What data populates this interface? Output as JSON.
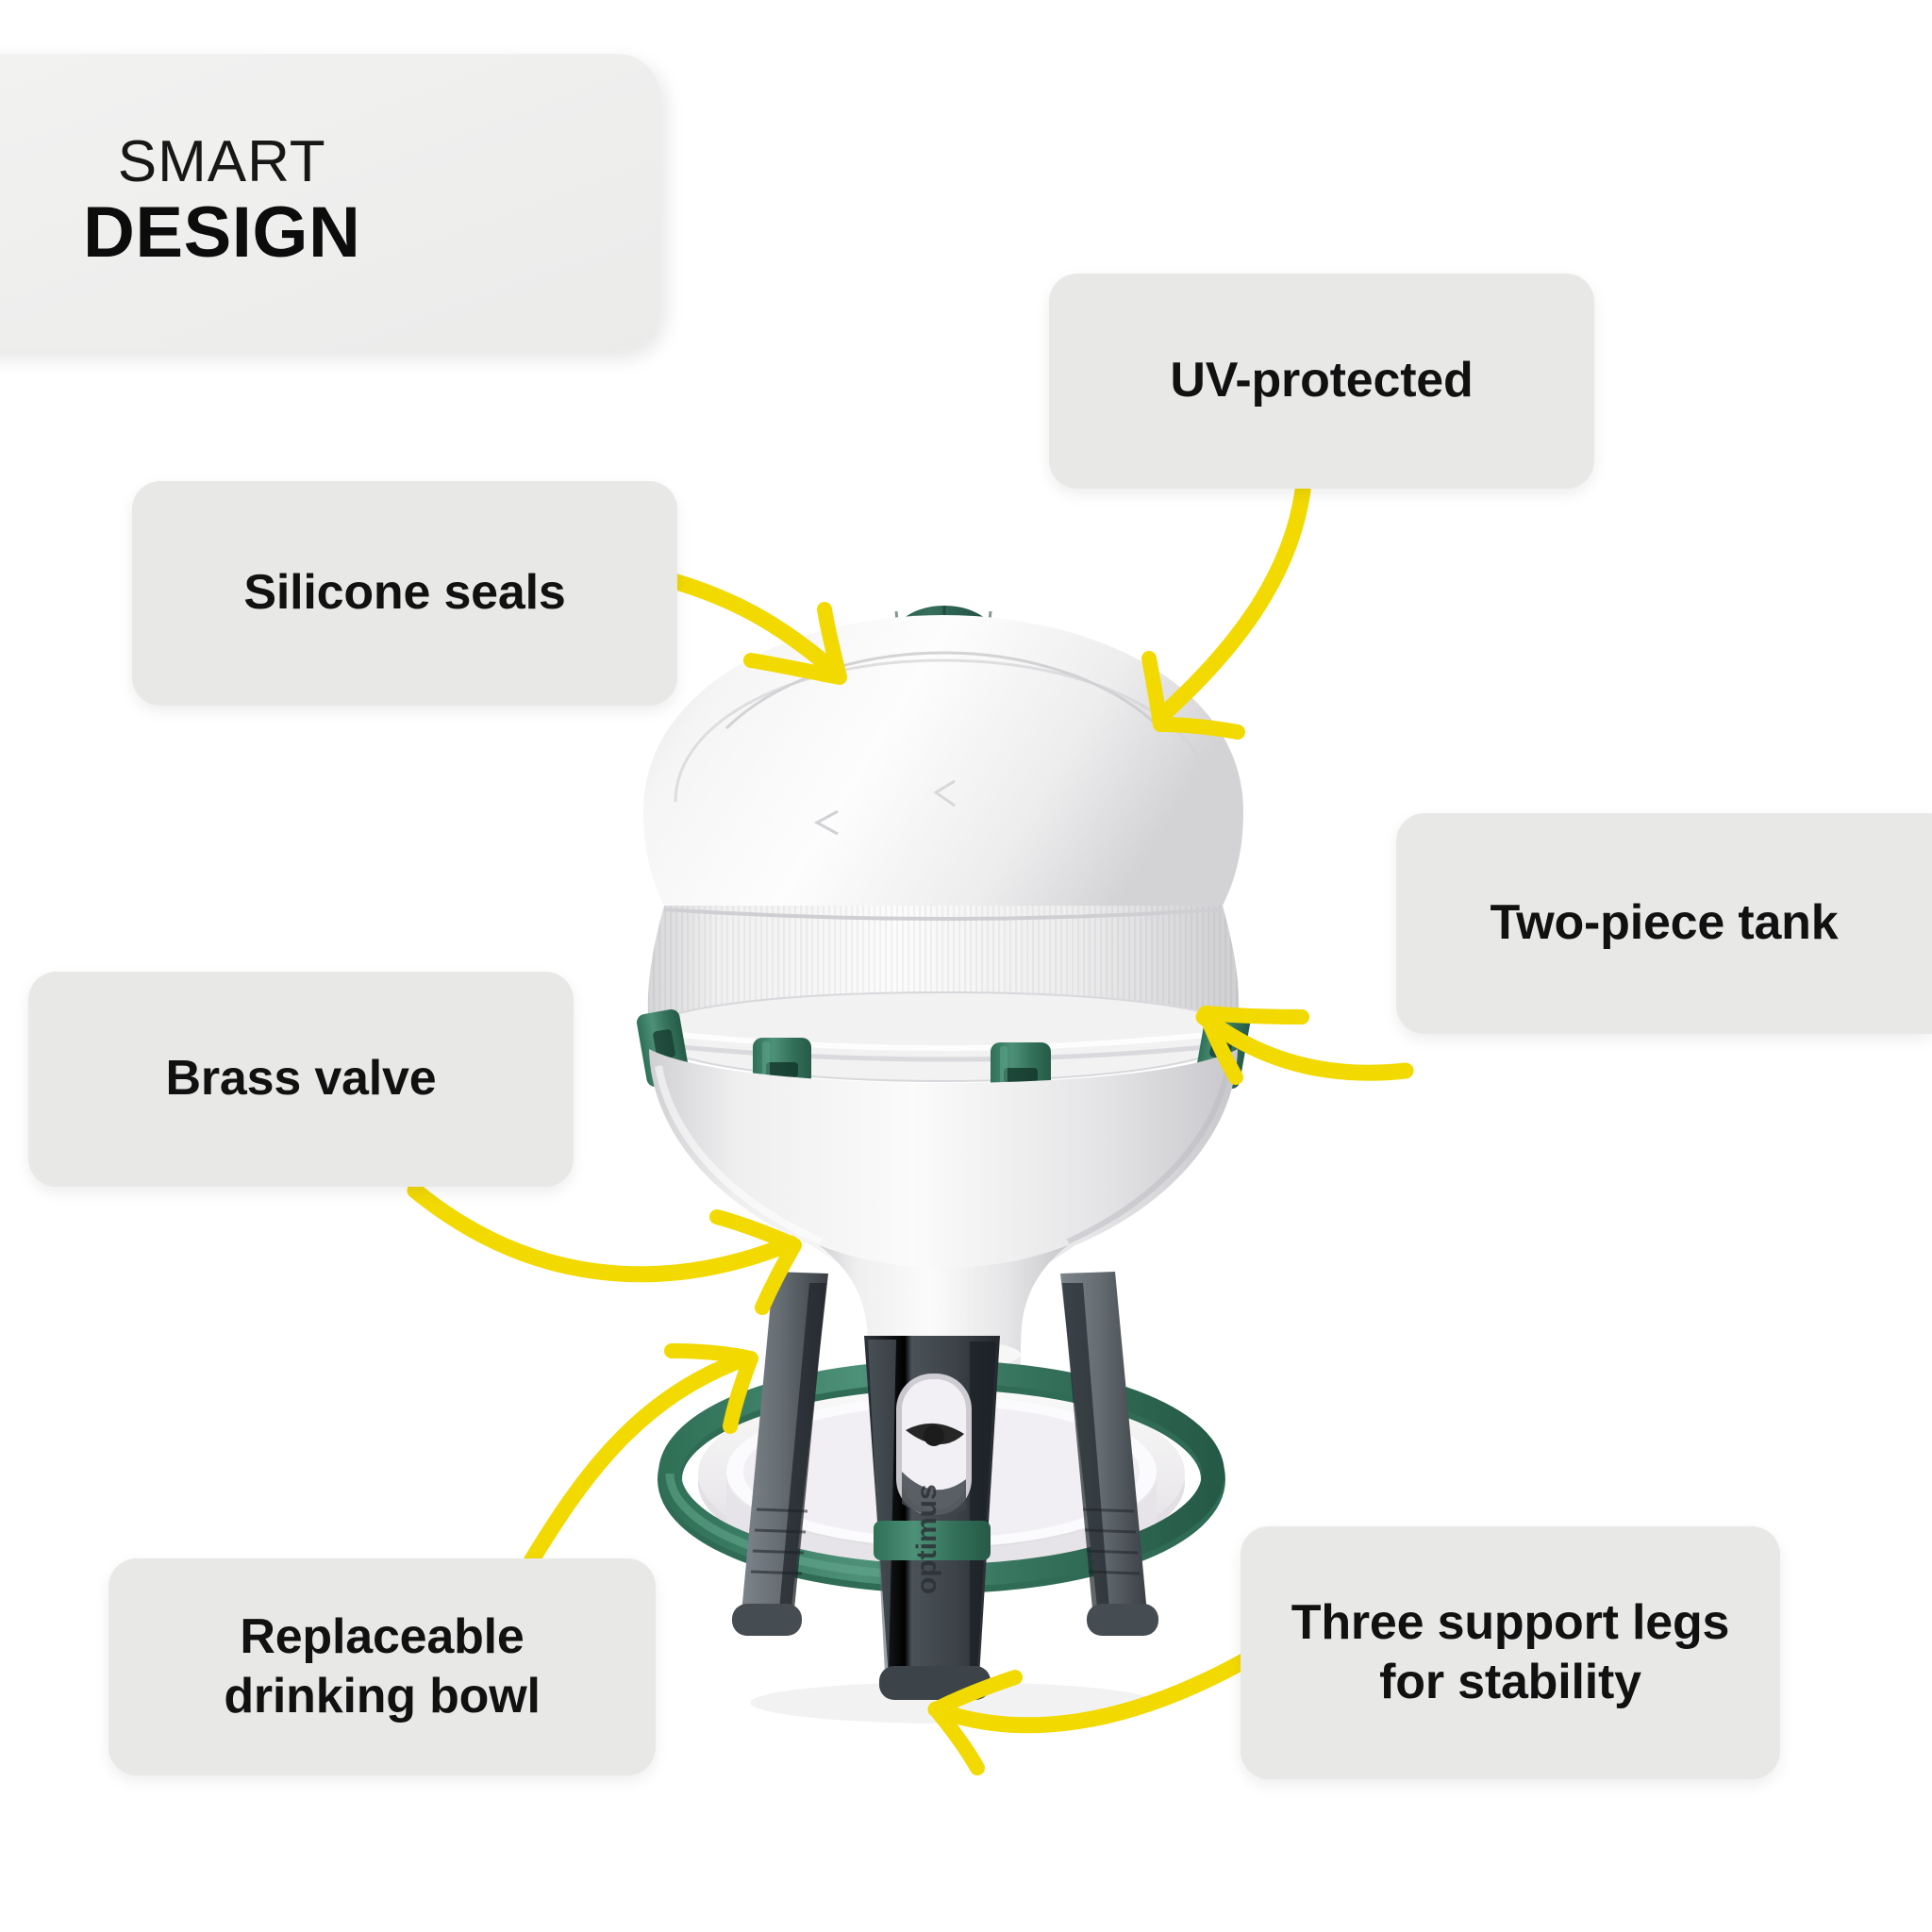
{
  "page": {
    "background_color": "#ffffff",
    "accent_arrow_color": "#F2D900",
    "card_background": "#e8e8e6",
    "text_color": "#111111"
  },
  "title_card": {
    "line1": "SMART",
    "line2": "DESIGN"
  },
  "features": [
    {
      "id": "silicone",
      "label": "Silicone seals",
      "position": "left-upper"
    },
    {
      "id": "uv",
      "label": "UV-protected",
      "position": "right-top"
    },
    {
      "id": "brass",
      "label": "Brass valve",
      "position": "left-middle"
    },
    {
      "id": "twopiece",
      "label": "Two-piece tank",
      "position": "right-middle"
    },
    {
      "id": "bowl",
      "label": "Replaceable drinking bowl",
      "position": "left-lower"
    },
    {
      "id": "legs",
      "label": "Three support legs for stability",
      "position": "right-lower"
    }
  ],
  "product": {
    "brand_text": "optimus",
    "colors": {
      "tank_white": "#f4f4f4",
      "tank_shadow": "#d9d9db",
      "cap_green": "#2c6b57",
      "handle_green": "#2b5f50",
      "clamp_green": "#2b6b52",
      "ring_green": "#3f8a6f",
      "leg_dark": "#3d444a",
      "leg_light": "#6f787e",
      "bowl_white": "#f0eef0"
    }
  },
  "arrows": [
    {
      "from": "silicone",
      "to": "cap-collar"
    },
    {
      "from": "uv",
      "to": "tank-dome"
    },
    {
      "from": "brass",
      "to": "valve"
    },
    {
      "from": "twopiece",
      "to": "clamp-ring"
    },
    {
      "from": "bowl",
      "to": "drinking-bowl"
    },
    {
      "from": "legs",
      "to": "front-leg-foot"
    }
  ]
}
